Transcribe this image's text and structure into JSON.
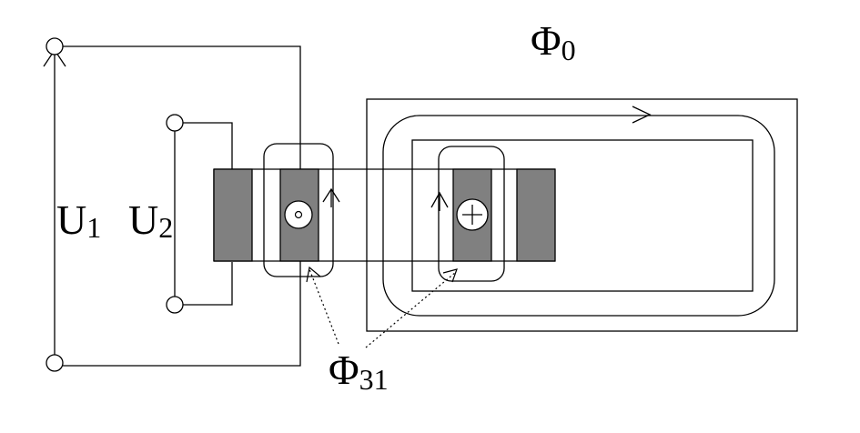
{
  "labels": {
    "u1": "U",
    "u1_sub": "1",
    "u2": "U",
    "u2_sub": "2",
    "phi0": "Φ",
    "phi0_sub": "0",
    "phi31": "Φ",
    "phi31_sub": "31"
  },
  "colors": {
    "line": "#000000",
    "winding_fill": "#808080",
    "background": "#ffffff"
  }
}
